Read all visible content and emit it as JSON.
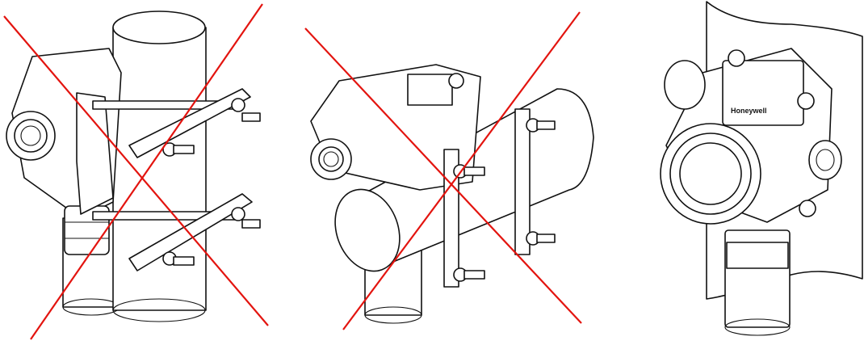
{
  "figure": {
    "panels": [
      {
        "id": "pipe-mount-vertical",
        "status": "incorrect",
        "crossed_out": true
      },
      {
        "id": "pipe-mount-horizontal",
        "status": "incorrect",
        "crossed_out": true
      },
      {
        "id": "wall-mount",
        "status": "correct",
        "crossed_out": false
      }
    ],
    "brand_label": "Honeywell",
    "colors": {
      "cross_mark": "#e3140f",
      "line_art": "#111111",
      "background": "#ffffff"
    }
  }
}
